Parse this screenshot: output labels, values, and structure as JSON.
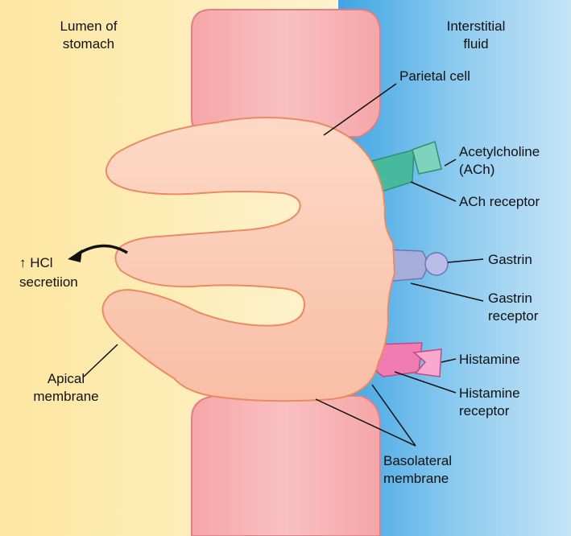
{
  "regions": {
    "lumen_line1": "Lumen of",
    "lumen_line2": "stomach",
    "interstitial_line1": "Interstitial",
    "interstitial_line2": "fluid"
  },
  "labels": {
    "parietal_cell": "Parietal cell",
    "acetylcholine_line1": "Acetylcholine",
    "acetylcholine_line2": "(ACh)",
    "ach_receptor": "ACh receptor",
    "gastrin": "Gastrin",
    "gastrin_receptor_line1": "Gastrin",
    "gastrin_receptor_line2": "receptor",
    "histamine": "Histamine",
    "histamine_receptor_line1": "Histamine",
    "histamine_receptor_line2": "receptor",
    "hcl_line1": "↑ HCl",
    "hcl_line2": "secretiion",
    "apical_line1": "Apical",
    "apical_line2": "membrane",
    "basolateral_line1": "Basolateral",
    "basolateral_line2": "membrane"
  },
  "colors": {
    "lumen": "#fde9b0",
    "interstitial_fluid": "#5ab0e6",
    "neighbor_cell": "#f6aeb0",
    "parietal_cell": "#fbc6b0",
    "ach_receptor": "#4dbfa3",
    "gastrin_receptor": "#aeb3e0",
    "histamine_receptor": "#f27fb4"
  },
  "icons": [
    "hcl-arrow-icon"
  ]
}
